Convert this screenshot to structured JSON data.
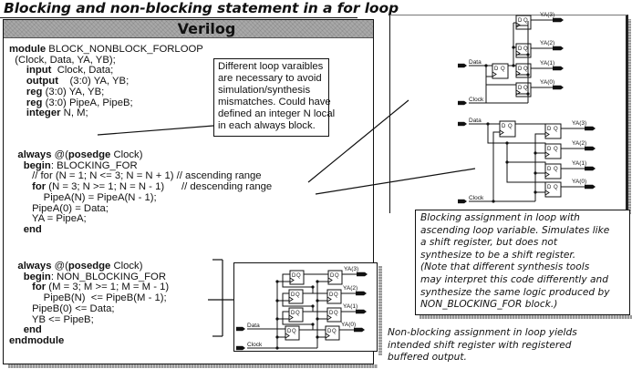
{
  "title": "Blocking and non-blocking statement in a for loop",
  "code_panel": {
    "header": "Verilog",
    "module_decl": {
      "line1_kw": "module",
      "line1_rest": " BLOCK_NONBLOCK_FORLOOP",
      "line2": "  (Clock, Data, YA, YB);",
      "input_kw": "input",
      "input_rest": "  Clock, Data;",
      "output_kw": "output",
      "output_rest": "    (3:0) YA, YB;",
      "reg1_kw": "reg",
      "reg1_rest": " (3:0) YA, YB;",
      "reg2_kw": "reg",
      "reg2_rest": " (3:0) PipeA, PipeB;",
      "integer_kw": "integer",
      "integer_rest": " N, M;"
    },
    "blocking_block": {
      "always_kw": "always",
      "always_at": " @(",
      "posedge_kw": "posedge",
      "always_rest": " Clock)",
      "begin_kw": "begin",
      "begin_rest": ": BLOCKING_FOR",
      "comment_line": "// for (N = 1; N <= 3; N = N + 1) // ascending range",
      "for_kw": "for",
      "for_rest": " (N = 3; N >= 1; N = N - 1)      // descending range",
      "body1": "PipeA(N) = PipeA(N - 1);",
      "body2": "PipeA(0) = Data;",
      "body3": "YA = PipeA;",
      "end_kw": "end"
    },
    "nonblocking_block": {
      "always_kw": "always",
      "always_at": " @(",
      "posedge_kw": "posedge",
      "always_rest": " Clock)",
      "begin_kw": "begin",
      "begin_rest": ": NON_BLOCKING_FOR",
      "for_kw": "for",
      "for_rest": " (M = 3; M >= 1; M = M - 1)",
      "body1": "PipeB(N)  <= PipeB(M - 1);",
      "body2": "PipeB(0) <= Data;",
      "body3": "YB <= PipeB;",
      "end_kw": "end",
      "endmodule_kw": "endmodule"
    }
  },
  "note_box": {
    "lines": [
      "Different loop varaibles",
      "are necessary to avoid",
      "simulation/synthesis",
      "mismatches. Could have",
      "defined an integer N local",
      "in each always block."
    ]
  },
  "diagrams": {
    "data_label": "Data",
    "clock_label": "Clock",
    "dff_d": "D",
    "dff_q": "Q",
    "outputs": [
      "YA(3)",
      "YA(2)",
      "YA(1)",
      "YA(0)"
    ]
  },
  "blocking_caption": {
    "lines": [
      "Blocking assignment in loop with",
      "ascending loop variable. Simulates like",
      "a shift register, but does not",
      "synthesize to be a shift register.",
      "(Note that different synthesis tools",
      "may interpret this code differently and",
      "synthesize the same logic produced by",
      "NON_BLOCKING_FOR block.)"
    ]
  },
  "nonblocking_caption": {
    "lines": [
      "Non-blocking assignment in loop yields",
      "intended shift register with registered",
      "buffered output."
    ]
  }
}
